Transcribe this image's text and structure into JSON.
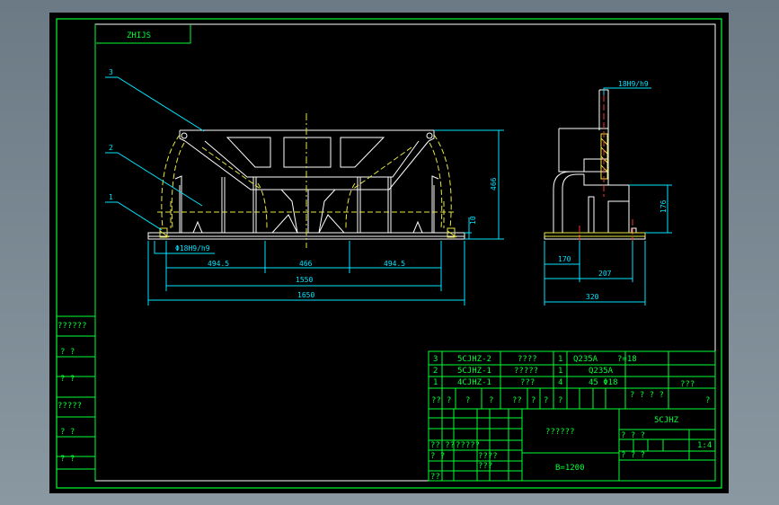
{
  "window": {
    "background_gradient": [
      "#6c7a85",
      "#8a98a2"
    ]
  },
  "colors": {
    "frame": "#00ff33",
    "outline": "#ffffff",
    "dimension": "#00e5ff",
    "hidden": "#e8e840",
    "centerline": "#ff3030"
  },
  "drawing": {
    "title_label": "ZHIJS",
    "callouts": [
      "3",
      "2",
      "1"
    ],
    "fit_front": "Φ18H9/h9",
    "fit_side": "18H9/h9",
    "dimensions": {
      "d_494_left": "494.5",
      "d_466_mid": "466",
      "d_494_right": "494.5",
      "d_1550": "1550",
      "d_1650": "1650",
      "d_466_vert": "466",
      "d_10": "10",
      "d_176": "176",
      "d_170": "170",
      "d_207": "207",
      "d_320": "320"
    }
  },
  "left_column": {
    "labels": [
      "??????",
      "?   ?",
      "?   ?",
      "?????",
      "?   ?",
      "?   ?"
    ]
  },
  "parts_list": {
    "rows": [
      {
        "no": "3",
        "code": "5CJHZ-2",
        "name": "????",
        "qty": "1",
        "material": "Q235A",
        "mass": "?=18",
        "note": ""
      },
      {
        "no": "2",
        "code": "5CJHZ-1",
        "name": "?????",
        "qty": "1",
        "material": "Q235A",
        "mass": "",
        "note": ""
      },
      {
        "no": "1",
        "code": "4CJHZ-1",
        "name": "???",
        "qty": "4",
        "material": "45 Φ18",
        "mass": "",
        "note": ""
      }
    ],
    "header": [
      "??",
      "?",
      "?",
      "?",
      "??",
      "?",
      "?",
      "?",
      "? ? ? ?",
      "???",
      "?"
    ]
  },
  "title_block": {
    "name": "??????",
    "drawing_no": "5CJHZ",
    "scale_label": "B=1200",
    "scale": "1:4",
    "small_cells": [
      "?? ??",
      "?????",
      "? ?",
      "????",
      "???",
      "??",
      "? ? ?",
      "? ? ?"
    ]
  }
}
